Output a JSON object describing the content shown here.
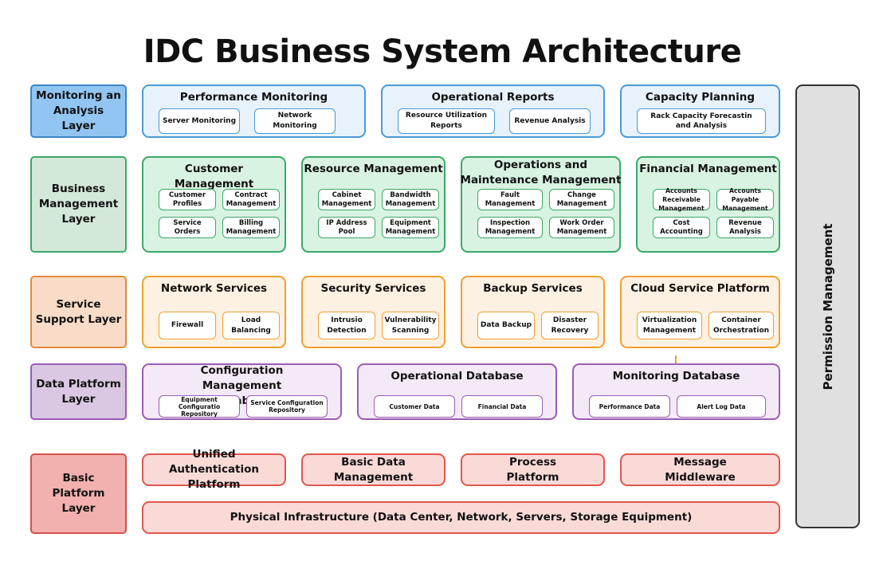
{
  "title": "IDC Business System Architecture",
  "layers": {
    "monitoring": {
      "label": "Monitoring an Analysis Layer",
      "panels": [
        {
          "title": "Performance Monitoring",
          "items": [
            "Server Monitoring",
            "Network Monitoring"
          ]
        },
        {
          "title": "Operational Reports",
          "items": [
            "Resource Utilization Reports",
            "Revenue Analysis"
          ]
        },
        {
          "title": "Capacity Planning",
          "items": [
            "Rack Capacity Forecastin\nand Analysis"
          ]
        }
      ]
    },
    "business": {
      "label": "Business Management Layer",
      "panels": [
        {
          "title": "Customer Management",
          "items": [
            "Customer\nProfiles",
            "Contract\nManagement",
            "Service Orders",
            "Billing\nManagement"
          ]
        },
        {
          "title": "Resource Management",
          "items": [
            "Cabinet\nManagement",
            "Bandwidth\nManagement",
            "IP Address\nPool",
            "Equipment\nManagement"
          ]
        },
        {
          "title": "Operations and Maintenance Management",
          "items": [
            "Fault\nManagement",
            "Change\nManagement",
            "Inspection\nManagement",
            "Work Order\nManagement"
          ]
        },
        {
          "title": "Financial Management",
          "items": [
            "Accounts Receivable\nManagement",
            "Accounts Payable\nManagement",
            "Cost\nAccounting",
            "Revenue\nAnalysis"
          ]
        }
      ]
    },
    "service": {
      "label": "Service Support Layer",
      "panels": [
        {
          "title": "Network Services",
          "items": [
            "Firewall",
            "Load Balancing"
          ]
        },
        {
          "title": "Security Services",
          "items": [
            "Intrusio\nDetection",
            "Vulnerability\nScanning"
          ]
        },
        {
          "title": "Backup Services",
          "items": [
            "Data Backup",
            "Disaster Recovery"
          ]
        },
        {
          "title": "Cloud Service Platform",
          "items": [
            "Virtualization\nManagement",
            "Container\nOrchestration"
          ]
        }
      ]
    },
    "data": {
      "label": "Data Platform Layer",
      "panels": [
        {
          "title": "Configuration Management Database",
          "items": [
            "Equipment Configuratio\nRepository",
            "Service Configuration\nRepository"
          ]
        },
        {
          "title": "Operational Database",
          "items": [
            "Customer Data",
            "Financial Data"
          ]
        },
        {
          "title": "Monitoring Database",
          "items": [
            "Performance Data",
            "Alert Log Data"
          ]
        }
      ]
    },
    "basic": {
      "label": "Basic Platform Layer",
      "panels": [
        {
          "title": "Unified Authentication Platform"
        },
        {
          "title": "Basic Data Management"
        },
        {
          "title": "Process Platform"
        },
        {
          "title": "Message Middleware"
        },
        {
          "title": "Physical Infrastructure (Data Center, Network, Servers, Storage Equipment)"
        }
      ]
    }
  },
  "sidebar": {
    "label": "Permission Management"
  },
  "colors": {
    "monitoring": "#4a9ad6",
    "business": "#3ca866",
    "service": "#f0a030",
    "data": "#9a5cb4",
    "basic": "#e0574e",
    "permission": "#333333"
  }
}
